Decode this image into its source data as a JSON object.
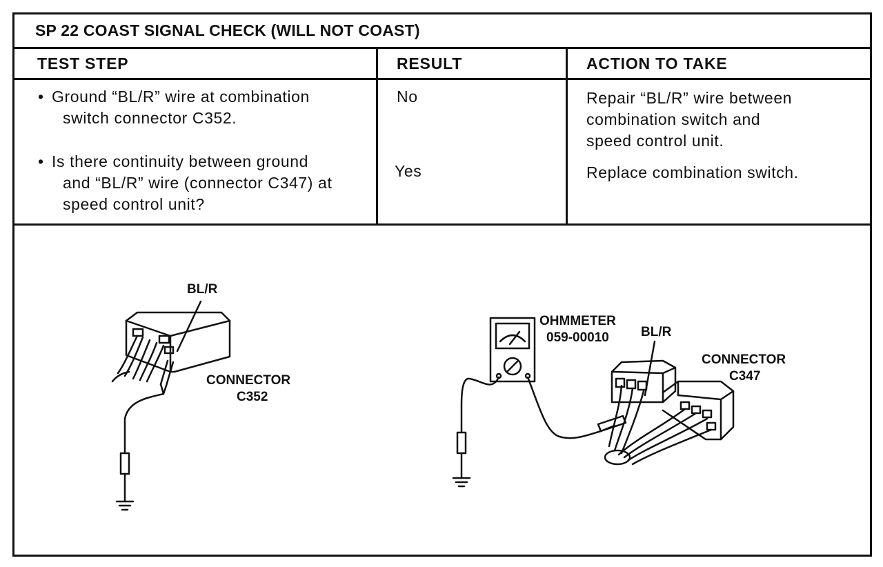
{
  "title": "SP 22 COAST SIGNAL CHECK (WILL NOT COAST)",
  "headers": {
    "test_step": "TEST STEP",
    "result": "RESULT",
    "action": "ACTION TO TAKE"
  },
  "test_steps": [
    {
      "bullet": "•",
      "lines": [
        "Ground “BL/R” wire at combination",
        "switch connector C352."
      ]
    },
    {
      "bullet": "•",
      "lines": [
        "Is there continuity between ground",
        "and “BL/R” wire (connector C347) at",
        "speed control unit?"
      ]
    }
  ],
  "results": [
    "No",
    "Yes"
  ],
  "actions": [
    [
      "Repair “BL/R” wire between",
      "combination switch and",
      "speed control unit."
    ],
    [
      "Replace combination switch."
    ]
  ],
  "illustration": {
    "left_wire_label": "BL/R",
    "left_connector_label": [
      "CONNECTOR",
      "C352"
    ],
    "meter_label": [
      "OHMMETER",
      "059-00010"
    ],
    "right_wire_label": "BL/R",
    "right_connector_label": [
      "CONNECTOR",
      "C347"
    ]
  }
}
